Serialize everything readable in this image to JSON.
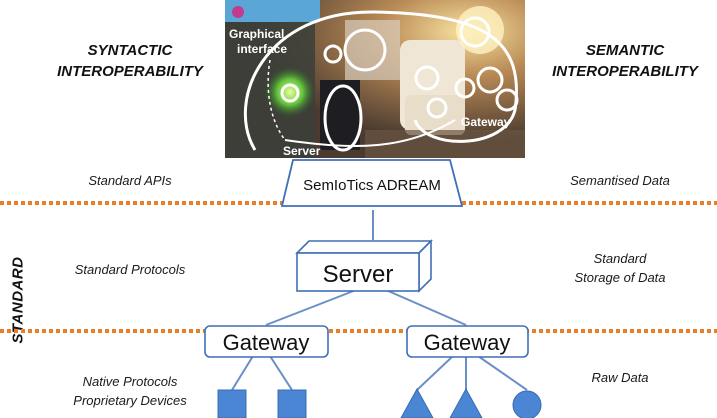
{
  "headings": {
    "syntactic": [
      "SYNTACTIC",
      "INTEROPERABILITY"
    ],
    "semantic": [
      "SEMANTIC",
      "INTEROPERABILITY"
    ],
    "standard": "STANDARD"
  },
  "photo": {
    "graphical_interface": [
      "Graphical",
      "interface"
    ],
    "server": "Server",
    "gateway": "Gateway"
  },
  "left_labels": {
    "standard_apis": "Standard APIs",
    "standard_protocols": "Standard Protocols",
    "native_protocols": [
      "Native Protocols",
      "Proprietary Devices"
    ]
  },
  "right_labels": {
    "semantised_data": "Semantised Data",
    "standard_storage": [
      "Standard",
      "Storage of Data"
    ],
    "raw_data": "Raw Data"
  },
  "nodes": {
    "semiotics": "SemIoTics ADREAM",
    "server": "Server",
    "gateway_left": "Gateway",
    "gateway_right": "Gateway"
  },
  "colors": {
    "divider": "#e8802a",
    "box_border": "#3f6fb5",
    "device_fill": "#4a86d4",
    "line": "#6a8fc7"
  }
}
